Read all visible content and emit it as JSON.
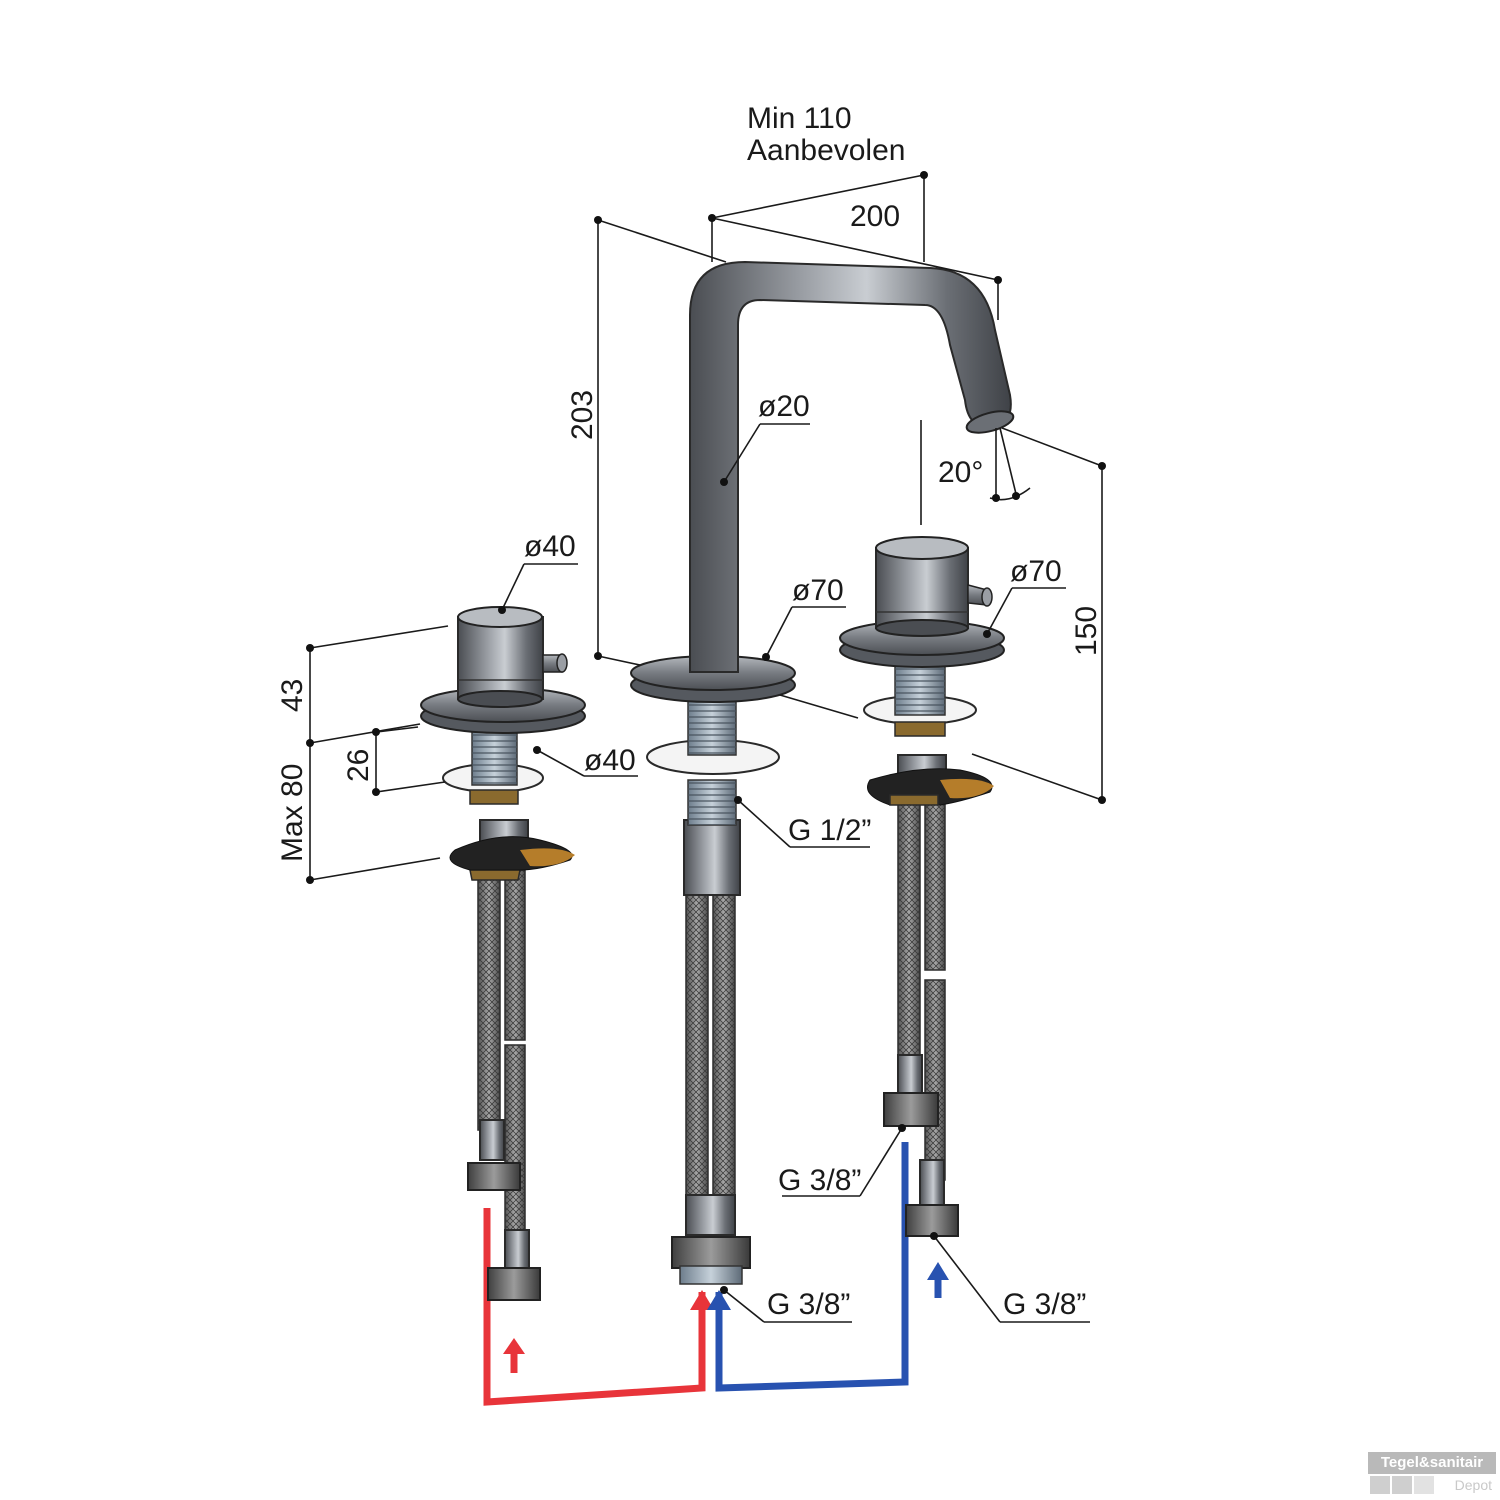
{
  "labels": {
    "min_recommended_line1": "Min 110",
    "min_recommended_line2": "Aanbevolen",
    "spout_reach": "200",
    "spout_height": "203",
    "spout_diameter": "ø20",
    "outlet_angle": "20°",
    "left_handle_diameter": "ø40",
    "left_rosette_diameter": "ø40",
    "center_rosette_diameter": "ø70",
    "right_rosette_diameter": "ø70",
    "handle_height": "43",
    "washer_height": "26",
    "max_deck_thickness": "Max 80",
    "right_height": "150",
    "center_thread": "G 1/2”",
    "center_connection": "G 3/8”",
    "right_connection_upper": "G 3/8”",
    "right_connection_lower": "G 3/8”"
  },
  "logo": {
    "line1": "Tegel&sanitair",
    "line2": "Depot"
  },
  "colors": {
    "hot_pipe": "#e8343a",
    "cold_pipe": "#2852b0",
    "dimension_lines": "#1a1a1a"
  }
}
